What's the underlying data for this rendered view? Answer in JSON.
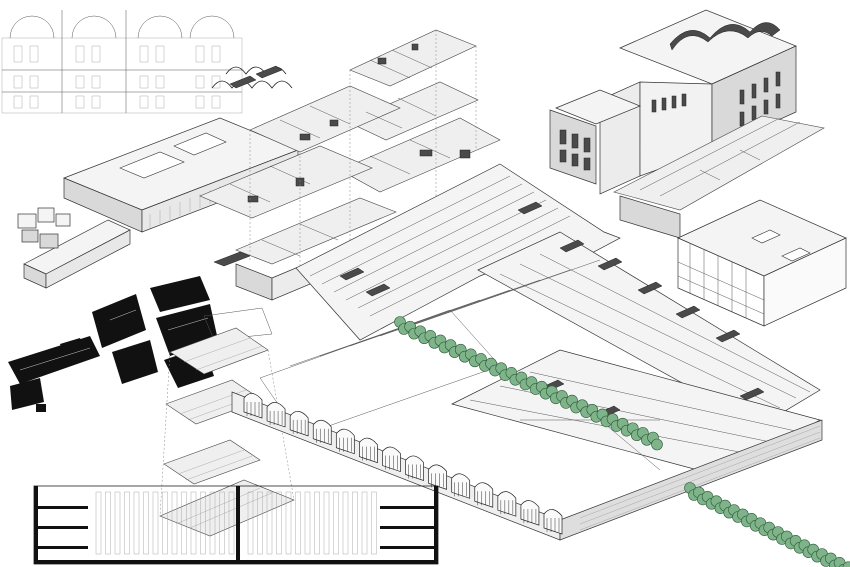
{
  "figure": {
    "kind": "architectural axonometric exploded composite",
    "background": "#ffffff",
    "palette": {
      "line": "#222222",
      "roof": "#f4f4f4",
      "shade": "#d9d9d9",
      "dark": "#4a4a4a",
      "tree_fill": "#7fb48a",
      "tree_stroke": "#2f5d3a"
    },
    "panels": [
      "elevation-drawing",
      "campus-axonometric",
      "roofed-building-axonometric",
      "corner-block-axonometric",
      "figure-ground-plan",
      "exploded-floor-plates",
      "sawtooth-roof-complex",
      "building-section",
      "tree-rows"
    ],
    "tree_rows": [
      {
        "name": "upper-tree-row",
        "count": 26
      },
      {
        "name": "lower-tree-row",
        "count": 22
      }
    ],
    "sawtooth_gables": 14
  }
}
